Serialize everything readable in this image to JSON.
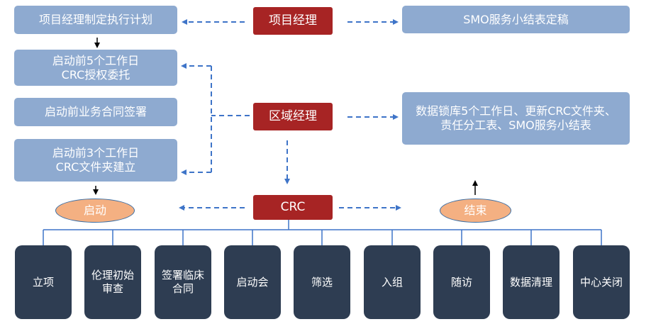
{
  "left_tasks": {
    "plan": "项目经理制定执行计划",
    "crc_authorization": "启动前5个工作日\nCRC授权委托",
    "contract_sign": "启动前业务合同签署",
    "crc_folder": "启动前3个工作日\nCRC文件夹建立"
  },
  "roles": {
    "project_manager": "项目经理",
    "regional_manager": "区域经理",
    "crc": "CRC"
  },
  "right_tasks": {
    "smo_summary_final": "SMO服务小结表定稿",
    "data_lock": "数据锁库5个工作日、更新CRC文件夹、\n责任分工表、SMO服务小结表"
  },
  "milestones": {
    "start": "启动",
    "end": "结束"
  },
  "stages": [
    "立项",
    "伦理初始\n审查",
    "签署临床\n合同",
    "启动会",
    "筛选",
    "入组",
    "随访",
    "数据清理",
    "中心关闭"
  ],
  "colors": {
    "task_box": "#8eaad0",
    "role_box": "#a72424",
    "milestone": "#f4b082",
    "stage_box": "#2e3d52",
    "dashed_arrow": "#3e74c8"
  }
}
